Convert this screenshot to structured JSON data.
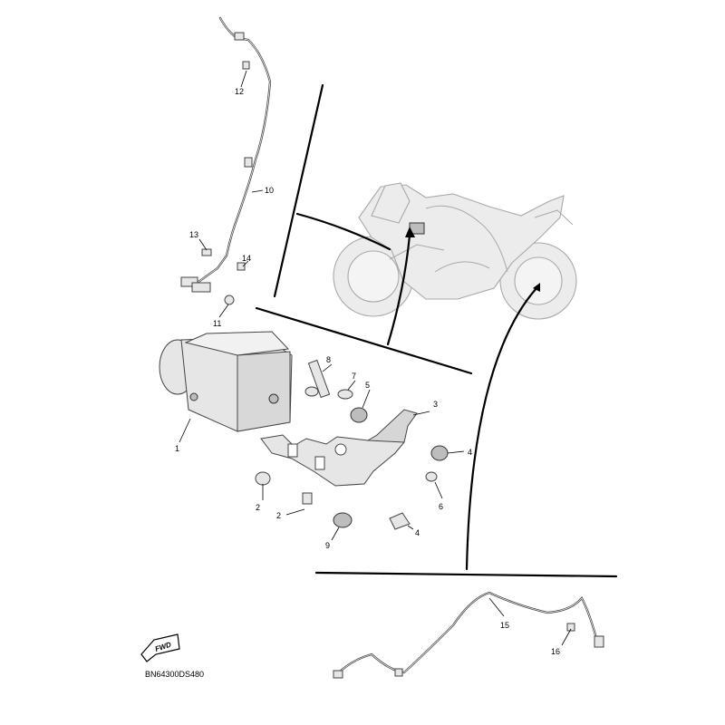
{
  "diagram": {
    "drawing_code": "BN64300DS480",
    "fwd_badge": "FWD",
    "callouts": [
      {
        "id": "c1",
        "label": "1"
      },
      {
        "id": "c2a",
        "label": "2"
      },
      {
        "id": "c2b",
        "label": "2"
      },
      {
        "id": "c3",
        "label": "3"
      },
      {
        "id": "c4a",
        "label": "4"
      },
      {
        "id": "c4b",
        "label": "4"
      },
      {
        "id": "c5",
        "label": "5"
      },
      {
        "id": "c6",
        "label": "6"
      },
      {
        "id": "c7",
        "label": "7"
      },
      {
        "id": "c8",
        "label": "8"
      },
      {
        "id": "c9",
        "label": "9"
      },
      {
        "id": "c10",
        "label": "10"
      },
      {
        "id": "c11",
        "label": "11"
      },
      {
        "id": "c12",
        "label": "12"
      },
      {
        "id": "c13",
        "label": "13"
      },
      {
        "id": "c14",
        "label": "14"
      },
      {
        "id": "c15",
        "label": "15"
      },
      {
        "id": "c16",
        "label": "16"
      }
    ]
  }
}
